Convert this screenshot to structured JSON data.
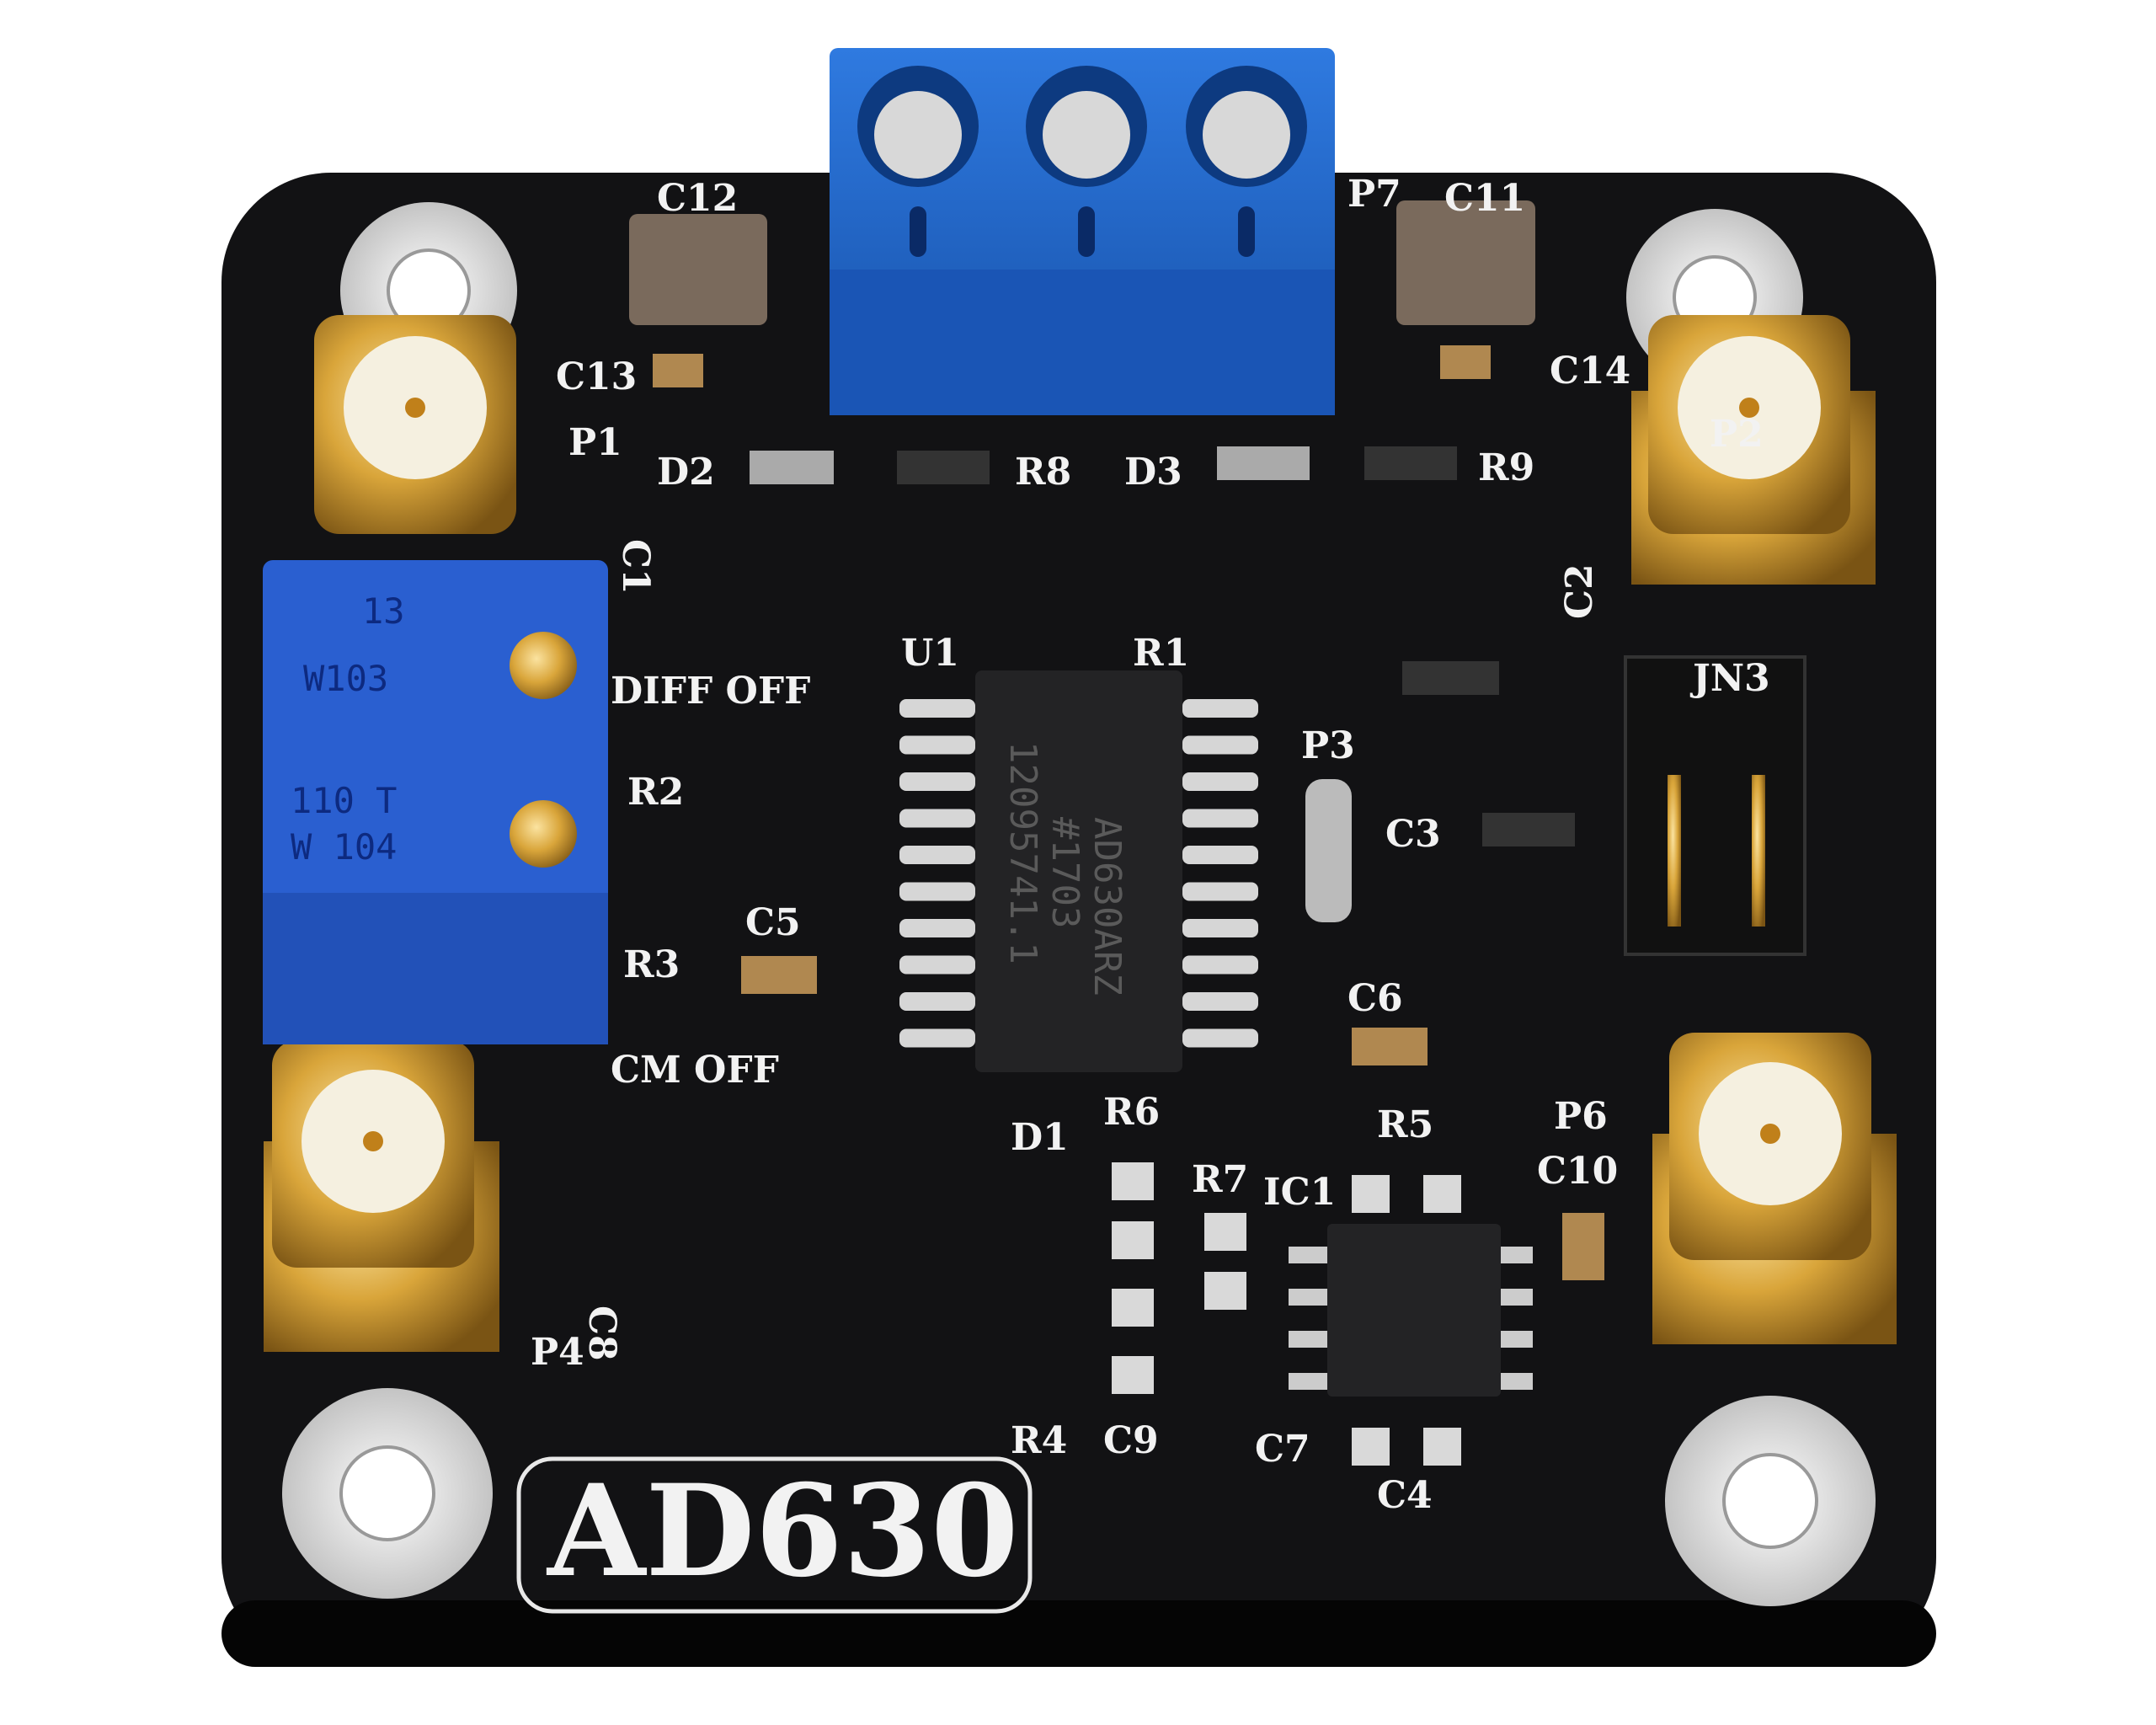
{
  "board": {
    "title": "AD630",
    "colors": {
      "pcb": "#121214",
      "silkscreen": "#f2f2f2",
      "gold": "#d9a53a",
      "terminal_blue": "#1f64c8",
      "pot_blue": "#2a5fd0"
    },
    "labels": {
      "p1": "P1",
      "p2": "P2",
      "p3": "P3",
      "p4": "P4",
      "p6": "P6",
      "p7": "P7",
      "c1": "C1",
      "c2": "C2",
      "c3": "C3",
      "c4": "C4",
      "c5": "C5",
      "c6": "C6",
      "c7": "C7",
      "c8": "C8",
      "c9": "C9",
      "c10": "C10",
      "c11": "C11",
      "c12": "C12",
      "c13": "C13",
      "c14": "C14",
      "d1": "D1",
      "d2": "D2",
      "d3": "D3",
      "r1": "R1",
      "r2": "R2",
      "r3": "R3",
      "r4": "R4",
      "r5": "R5",
      "r6": "R6",
      "r7": "R7",
      "r8": "R8",
      "r9": "R9",
      "u1": "U1",
      "ic1": "IC1",
      "jp": "JN3",
      "diff_off": "DIFF OFF",
      "cm_off": "CM OFF"
    },
    "chip_marking": [
      "AD630ARZ",
      "#1703",
      "12095741.1"
    ],
    "pot_top_marking": [
      "W103",
      "13"
    ],
    "pot_bottom_marking": [
      "W 104",
      "110 T"
    ]
  }
}
